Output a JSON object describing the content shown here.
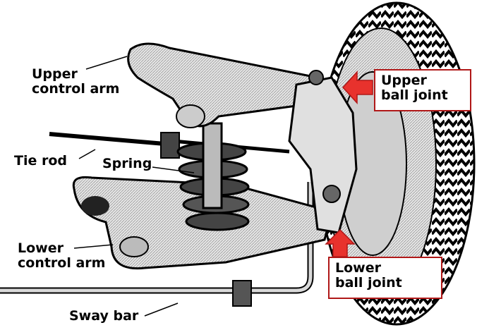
{
  "labels": {
    "upper_control_arm": [
      "Upper",
      "control arm"
    ],
    "upper_ball_joint": [
      "Upper",
      "ball joint"
    ],
    "tie_rod": "Tie rod",
    "spring": "Spring",
    "lower_control_arm": [
      "Lower",
      "control arm"
    ],
    "lower_ball_joint": [
      "Lower",
      "ball joint"
    ],
    "sway_bar": "Sway bar"
  },
  "colors": {
    "arrow": "#e8322d",
    "box_border": "#b01818",
    "ink": "#000000",
    "metal": "#d9d9d9",
    "tire": "#1a1a1a"
  }
}
